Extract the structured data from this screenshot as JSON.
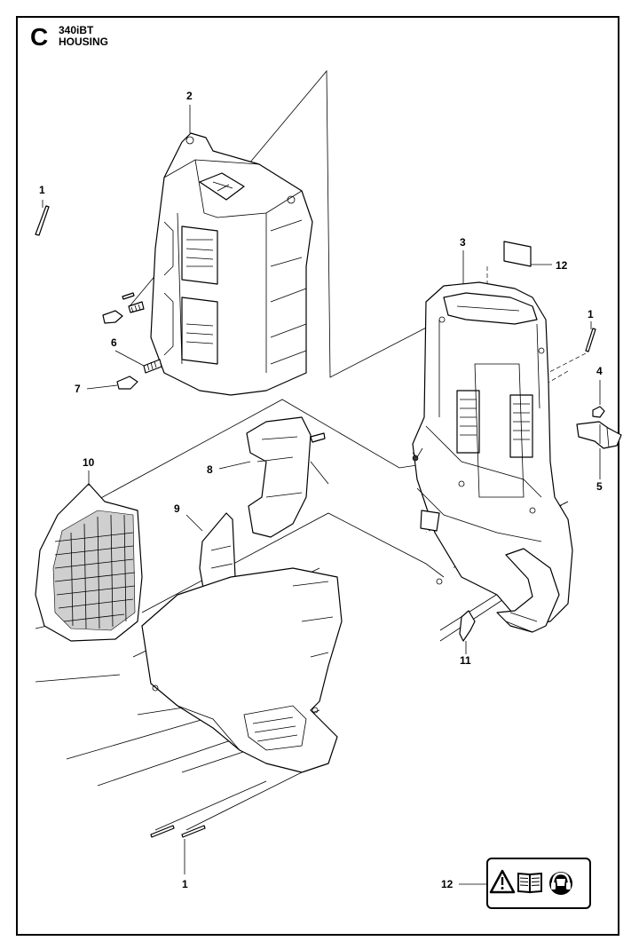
{
  "header": {
    "section_letter": "C",
    "model": "340iBT",
    "title": "HOUSING"
  },
  "callouts": {
    "c1_top_left": "1",
    "c2": "2",
    "c3": "3",
    "c12_sticker": "12",
    "c1_right": "1",
    "c4": "4",
    "c5": "5",
    "c6": "6",
    "c7": "7",
    "c8": "8",
    "c9": "9",
    "c10": "10",
    "c11": "11",
    "c1_bottom": "1",
    "c12_label": "12"
  },
  "warning_label": {
    "icons": [
      "warning-triangle-icon",
      "manual-book-icon",
      "ear-protection-icon"
    ]
  }
}
